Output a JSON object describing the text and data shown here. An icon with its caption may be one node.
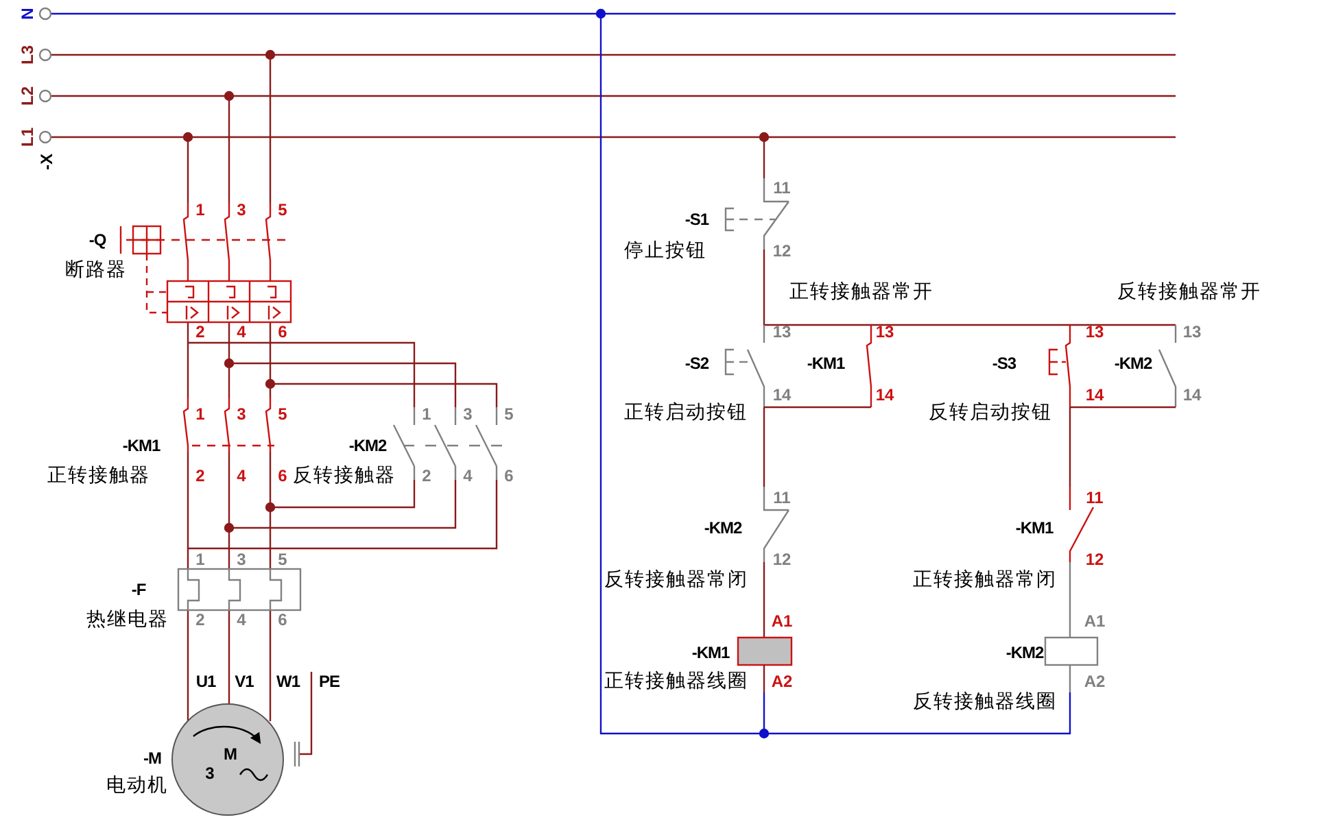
{
  "diagram": {
    "nodes": [
      {
        "text": [
          "M",
          "3"
        ],
        "beside": [
          "-M",
          "电动机"
        ]
      }
    ],
    "labels": [
      "N",
      "L3",
      "L2",
      "L1",
      "-X",
      "1",
      "3",
      "5",
      "-Q",
      "断路器",
      "2",
      "4",
      "6",
      "1",
      "3",
      "5",
      "-KM1",
      "1",
      "3",
      "5",
      "-KM2",
      "正转接触器",
      "2",
      "4",
      "6",
      "反转接触器",
      "2",
      "4",
      "6",
      "1",
      "3",
      "5",
      "-F",
      "热继电器",
      "2",
      "4",
      "6",
      "U1",
      "V1",
      "W1",
      "PE",
      "11",
      "-S1",
      "12",
      "停止按钮",
      "正转接触器常开",
      "反转接触器常开",
      "13",
      "13",
      "13",
      "13",
      "-S2",
      "-KM1",
      "-S3",
      "-KM2",
      "14",
      "14",
      "14",
      "14",
      "正转启动按钮",
      "反转启动按钮",
      "11",
      "-KM2",
      "11",
      "-KM1",
      "12",
      "12",
      "反转接触器常闭",
      "正转接触器常闭",
      "A1",
      "A1",
      "-KM1",
      "-KM2",
      "正转接触器线圈",
      "A2",
      "A2",
      "反转接触器线圈"
    ]
  }
}
